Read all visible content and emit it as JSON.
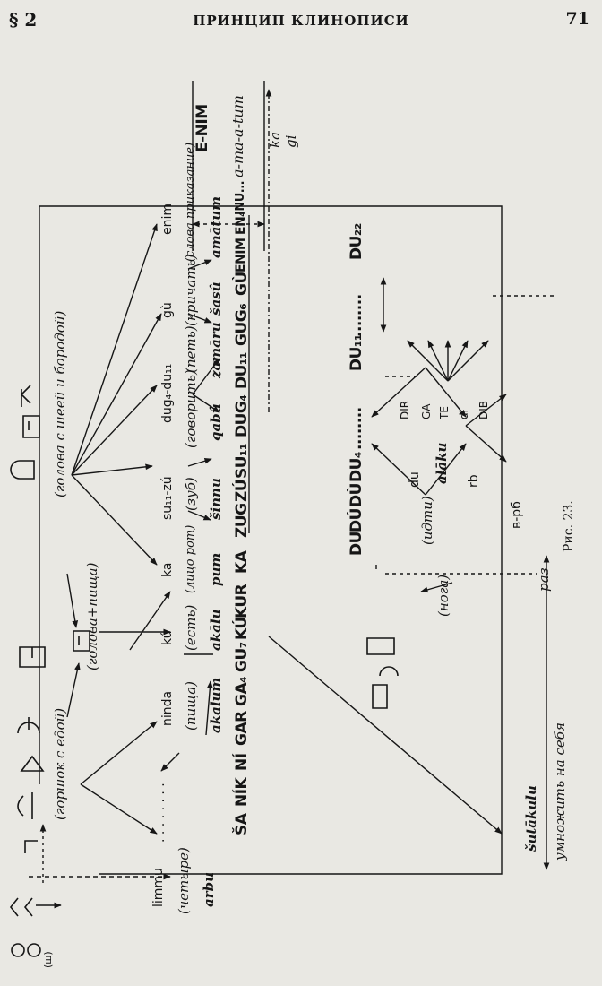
{
  "header": {
    "section": "§ 2",
    "title": "ПРИНЦИП КЛИНОПИСИ",
    "page_number": "71"
  },
  "figure": {
    "caption": "Рис. 23.",
    "rebus": {
      "sign": "E-NIM",
      "reading": "a-ma-a-tum",
      "ka_note": "ka",
      "gi_note": "gi"
    },
    "four": {
      "sumerian": "limmu",
      "gloss": "(четыре)",
      "akkadian": "arbu",
      "note": "(ш)"
    },
    "pot": {
      "gloss": "(горшок с едой)",
      "dots": "· · · · · · · ·",
      "ninda": "ninda",
      "ninda_gloss": "(пища)",
      "akkadian": "akalum"
    },
    "head_food": {
      "gloss": "(голова+пища)",
      "ku": "kú",
      "ku_gloss": "(есть)",
      "akkadian": "akālu"
    },
    "head": {
      "gloss": "(голова с шеей и бородой)",
      "ka": "ka",
      "ka_gloss": "(лицо рот)",
      "ka_akk": "pum",
      "su": "su₁₁-zú",
      "su_gloss": "(зуб)",
      "su_akk": "šinnu",
      "dug": "dug₄-du₁₁",
      "dug_gloss": "(говорить)",
      "dug_akk": "qabû",
      "pet_gloss": "(петь)",
      "pet_akk": "zamāru",
      "gu": "gù",
      "gu_gloss": "(кричать)",
      "gu_akk": "šasû",
      "enim": "enim",
      "enim_gloss": "(слова приказание)",
      "enim_akk": "amātum"
    },
    "values_row": {
      "sa": [
        "ŠA",
        "NÍK",
        "NÍ",
        "GAR",
        "GA₄"
      ],
      "ku": [
        "GU₇",
        "KÚ",
        "KUR"
      ],
      "ka": "KA",
      "zu": [
        "ZUG",
        "ZÚ",
        "SU₁₁"
      ],
      "dug": [
        "DUG₄",
        "DU₁₁"
      ],
      "gu": [
        "GUG₆",
        "GÙ"
      ],
      "enim": [
        "ENIM",
        "EN₄",
        "INU..."
      ]
    },
    "du": {
      "row": [
        "DU",
        "DÚ",
        "DÙ",
        "DU₄",
        "........",
        "DU₁₁",
        "........",
        "DU₂₂"
      ],
      "noga": "(нога)",
      "idti": "(идти)",
      "alaku": "alāku",
      "du": "du",
      "rb": "rb",
      "vrb": "в-рб",
      "readings": [
        "DIR",
        "GA",
        "TE",
        "di",
        "DIB"
      ]
    },
    "multiply": {
      "akkadian": "šutākulu",
      "gloss": "умножить на себя",
      "raz": "раз"
    }
  }
}
